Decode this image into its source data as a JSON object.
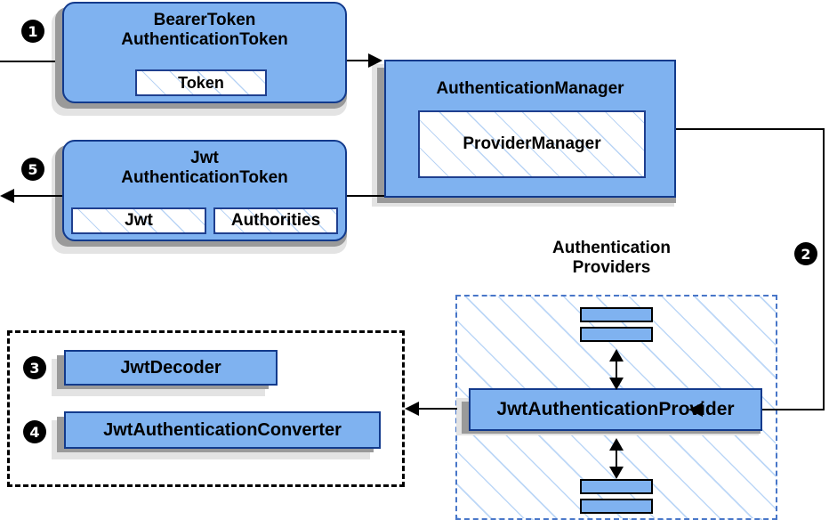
{
  "diagram": {
    "title": "Spring Security JWT Bearer Token Authentication Flow",
    "colors": {
      "node_fill": "#7FB2F0",
      "node_border": "#123A8C",
      "hatch_line": "#b9d4f5",
      "shadow_dark": "#9a9a9a",
      "shadow_light": "#e3e3e3",
      "dashed_blue": "#4876C8",
      "dashed_black": "#000000",
      "badge_fill": "#000000",
      "badge_text": "#ffffff"
    }
  },
  "nodes": {
    "bearer_token": {
      "title_line1": "BearerToken",
      "title_line2": "AuthenticationToken",
      "slot1": "Token"
    },
    "authentication_manager": {
      "title": "AuthenticationManager",
      "slot1": "ProviderManager"
    },
    "jwt_token": {
      "title_line1": "Jwt",
      "title_line2": "AuthenticationToken",
      "slot1": "Jwt",
      "slot2": "Authorities"
    },
    "providers_group": {
      "label_line1": "Authentication",
      "label_line2": "Providers"
    },
    "jwt_provider": {
      "title": "JwtAuthenticationProvider"
    },
    "jwt_decoder": {
      "title": "JwtDecoder"
    },
    "jwt_converter": {
      "title": "JwtAuthenticationConverter"
    }
  },
  "steps": [
    {
      "id": "step-1",
      "label": "❶",
      "number": "1"
    },
    {
      "id": "step-2",
      "label": "❷",
      "number": "2"
    },
    {
      "id": "step-3",
      "label": "❸",
      "number": "3"
    },
    {
      "id": "step-4",
      "label": "❹",
      "number": "4"
    },
    {
      "id": "step-5",
      "label": "❺",
      "number": "5"
    }
  ]
}
